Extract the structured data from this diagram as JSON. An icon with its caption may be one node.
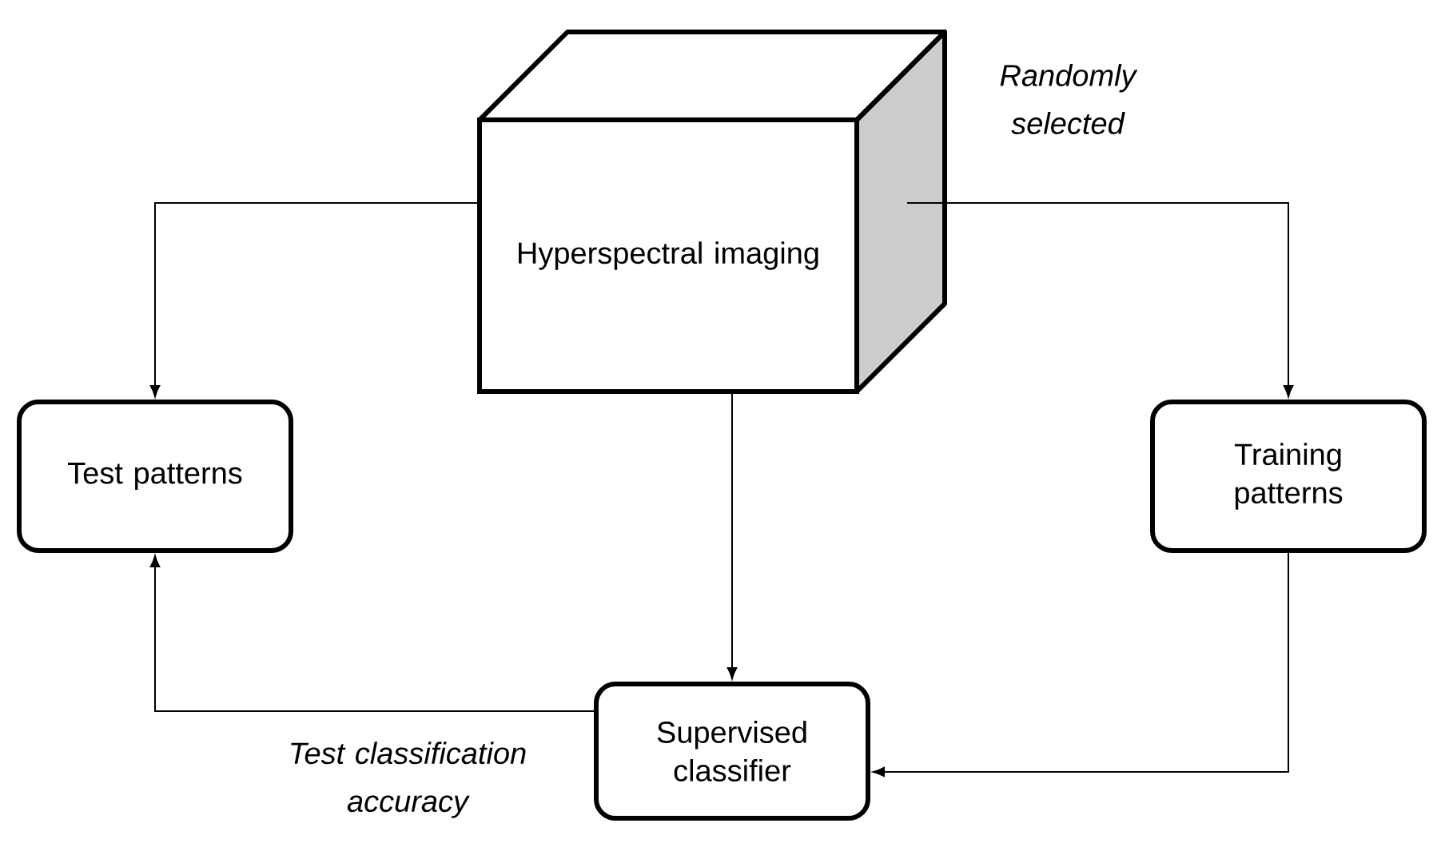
{
  "diagram": {
    "nodes": [
      {
        "text": [
          "Hyperspectral imaging"
        ]
      },
      {
        "text": [
          "Test patterns"
        ]
      },
      {
        "text": [
          "Training patterns"
        ]
      },
      {
        "text": [
          "Supervised classifier"
        ]
      }
    ],
    "edges": [
      {
        "from": 0,
        "to": 1,
        "arrow": "to"
      },
      {
        "from": 0,
        "to": 2,
        "arrow": "to",
        "label": "Randomly selected"
      },
      {
        "from": 0,
        "to": 3,
        "arrow": "to"
      },
      {
        "from": 2,
        "to": 3,
        "arrow": "to"
      },
      {
        "from": 3,
        "to": 1,
        "arrow": "to",
        "label": "Test classification accuracy"
      }
    ]
  }
}
